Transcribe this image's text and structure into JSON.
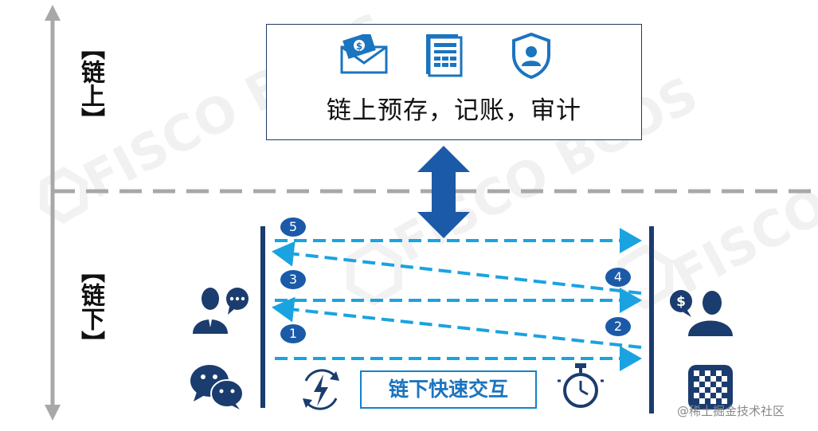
{
  "labels": {
    "onchain": "【链上】",
    "offchain": "【链下】",
    "onchain_text": "链上预存，记账，审计",
    "offchain_text": "链下快速交互",
    "credit": "@稀土掘金技术社区",
    "watermark": "FISCO BCOS"
  },
  "steps": [
    "1",
    "2",
    "3",
    "4",
    "5"
  ],
  "icons": {
    "onchain": [
      "envelope-money-icon",
      "ledger-document-icon",
      "shield-user-icon"
    ],
    "offchain": [
      "user-chat-icon",
      "user-dollar-icon",
      "wechat-icon",
      "checker-app-icon",
      "refresh-bolt-icon",
      "stopwatch-icon"
    ]
  },
  "colors": {
    "dark_blue": "#1b3c6e",
    "arrow_blue": "#1aa3e0",
    "badge_blue": "#1b5aa8",
    "axis_gray": "#a8a8a8"
  }
}
